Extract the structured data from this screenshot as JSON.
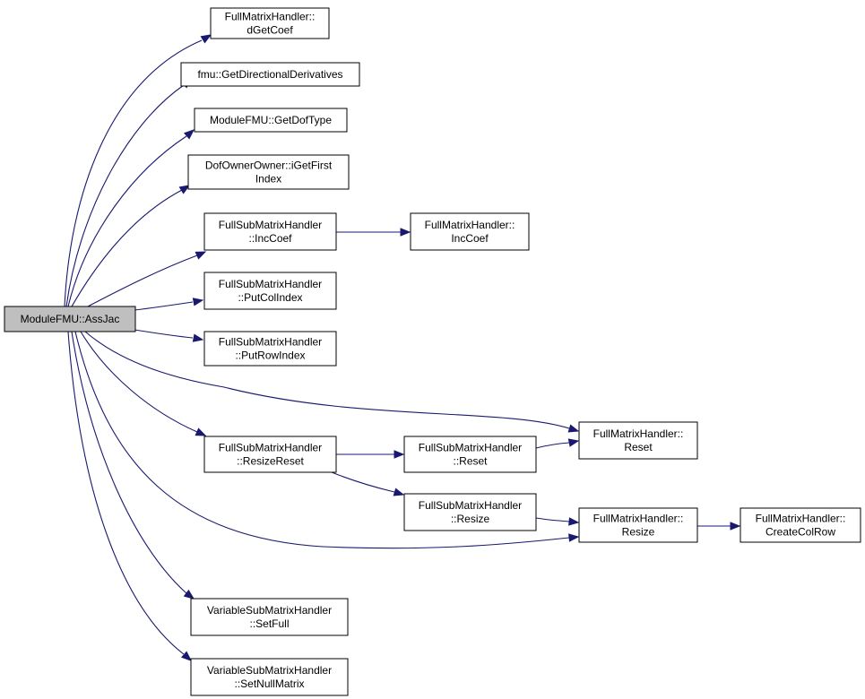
{
  "graph": {
    "nodes": {
      "root": {
        "lines": [
          "ModuleFMU::AssJac"
        ],
        "highlight": true
      },
      "dgetcoef": {
        "lines": [
          "FullMatrixHandler::",
          "dGetCoef"
        ]
      },
      "getdir": {
        "lines": [
          "fmu::GetDirectionalDerivatives"
        ]
      },
      "getdoft": {
        "lines": [
          "ModuleFMU::GetDofType"
        ]
      },
      "igetfirst": {
        "lines": [
          "DofOwnerOwner::iGetFirst",
          "Index"
        ]
      },
      "fsm_inc": {
        "lines": [
          "FullSubMatrixHandler",
          "::IncCoef"
        ]
      },
      "fm_inc": {
        "lines": [
          "FullMatrixHandler::",
          "IncCoef"
        ]
      },
      "putcol": {
        "lines": [
          "FullSubMatrixHandler",
          "::PutColIndex"
        ]
      },
      "putrow": {
        "lines": [
          "FullSubMatrixHandler",
          "::PutRowIndex"
        ]
      },
      "fm_reset": {
        "lines": [
          "FullMatrixHandler::",
          "Reset"
        ]
      },
      "fsm_rr": {
        "lines": [
          "FullSubMatrixHandler",
          "::ResizeReset"
        ]
      },
      "fsm_reset": {
        "lines": [
          "FullSubMatrixHandler",
          "::Reset"
        ]
      },
      "fsm_resize": {
        "lines": [
          "FullSubMatrixHandler",
          "::Resize"
        ]
      },
      "fm_resize": {
        "lines": [
          "FullMatrixHandler::",
          "Resize"
        ]
      },
      "fm_ccr": {
        "lines": [
          "FullMatrixHandler::",
          "CreateColRow"
        ]
      },
      "vsm_full": {
        "lines": [
          "VariableSubMatrixHandler",
          "::SetFull"
        ]
      },
      "vsm_null": {
        "lines": [
          "VariableSubMatrixHandler",
          "::SetNullMatrix"
        ]
      }
    },
    "edges": [
      {
        "from": "root",
        "to": "dgetcoef"
      },
      {
        "from": "root",
        "to": "getdir"
      },
      {
        "from": "root",
        "to": "getdoft"
      },
      {
        "from": "root",
        "to": "igetfirst"
      },
      {
        "from": "root",
        "to": "fsm_inc"
      },
      {
        "from": "root",
        "to": "putcol"
      },
      {
        "from": "root",
        "to": "putrow"
      },
      {
        "from": "root",
        "to": "fm_reset"
      },
      {
        "from": "root",
        "to": "fsm_rr"
      },
      {
        "from": "root",
        "to": "fm_resize"
      },
      {
        "from": "root",
        "to": "vsm_full"
      },
      {
        "from": "root",
        "to": "vsm_null"
      },
      {
        "from": "fsm_inc",
        "to": "fm_inc"
      },
      {
        "from": "fsm_rr",
        "to": "fsm_reset"
      },
      {
        "from": "fsm_rr",
        "to": "fsm_resize"
      },
      {
        "from": "fsm_reset",
        "to": "fm_reset"
      },
      {
        "from": "fsm_resize",
        "to": "fm_resize"
      },
      {
        "from": "fm_resize",
        "to": "fm_ccr"
      }
    ],
    "colors": {
      "edge": "#191970",
      "root_fill": "#bfbfbf",
      "node_fill": "#ffffff",
      "node_border": "#000000"
    }
  }
}
